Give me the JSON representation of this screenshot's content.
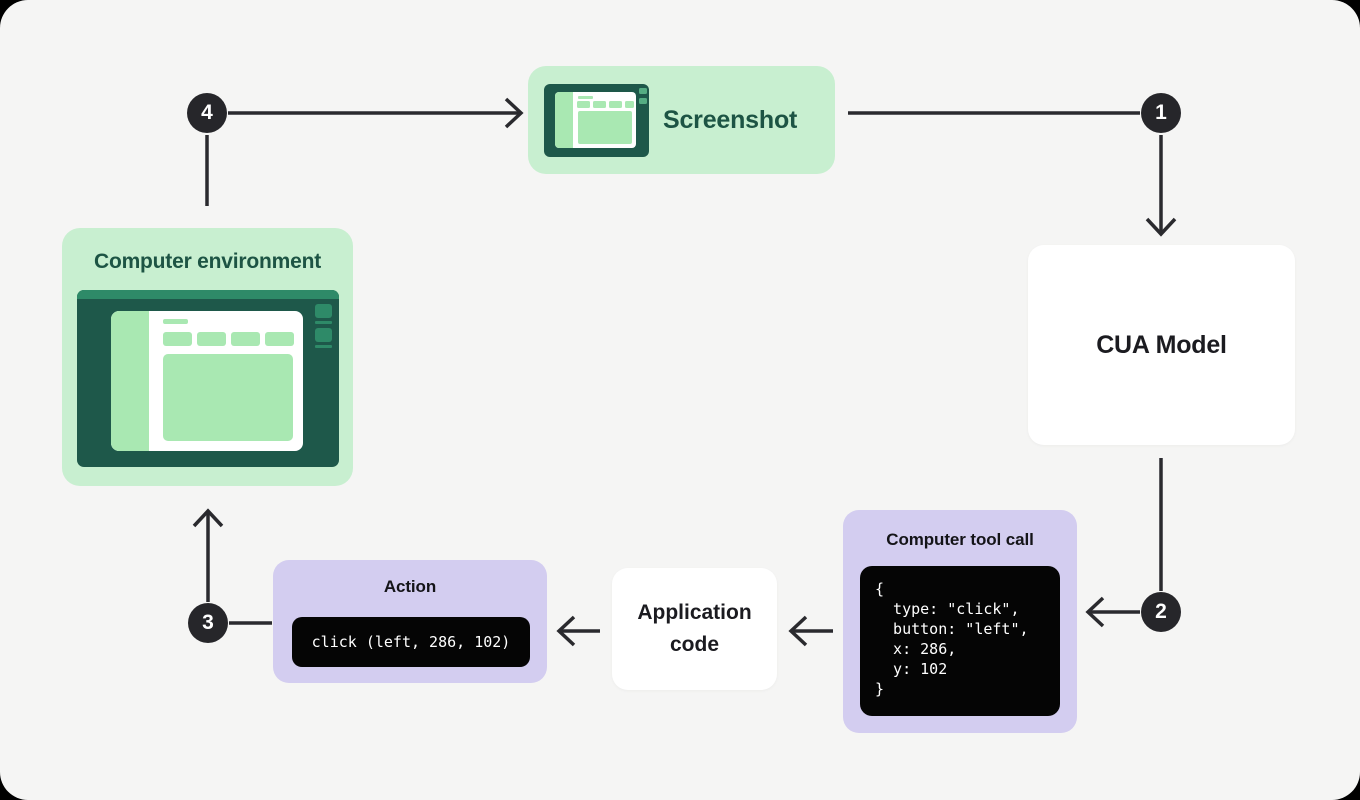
{
  "diagram": {
    "description": "CUA loop diagram",
    "colors": {
      "background": "#f5f5f4",
      "green_light": "#c8efd0",
      "green_mid": "#a9e8b2",
      "green_dark": "#1e584a",
      "green_teal": "#2e8a68",
      "green_text": "#1d5444",
      "purple_light": "#d3cdf0",
      "code_bg": "#050505",
      "arrow": "#2a2a2e",
      "badge_bg": "#26262a",
      "white": "#ffffff",
      "text_dark": "#1b1b20"
    }
  },
  "nodes": {
    "screenshot": {
      "label": "Screenshot"
    },
    "cua_model": {
      "label": "CUA Model"
    },
    "computer_tool_call": {
      "title": "Computer tool call",
      "code_lines": [
        "{",
        "  type: \"click\",",
        "  button: \"left\",",
        "  x: 286,",
        "  y: 102",
        "}"
      ]
    },
    "application_code": {
      "line1": "Application",
      "line2": "code"
    },
    "action": {
      "title": "Action",
      "command": "click (left, 286, 102)"
    },
    "computer_environment": {
      "title": "Computer environment"
    }
  },
  "badges": {
    "step1": "1",
    "step2": "2",
    "step3": "3",
    "step4": "4"
  }
}
